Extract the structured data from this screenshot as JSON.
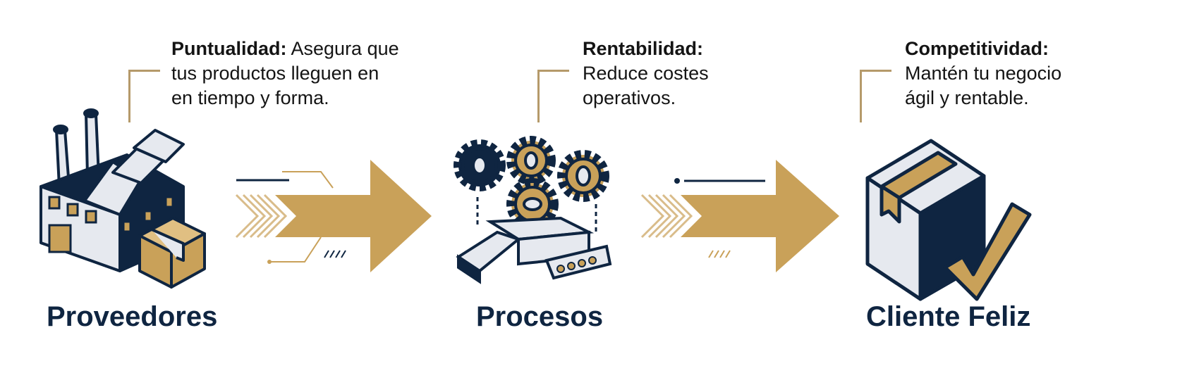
{
  "colors": {
    "navy": "#0f2541",
    "gold": "#c9a159",
    "light": "#e6e9ef"
  },
  "steps": [
    {
      "title": "Proveedores",
      "icon": "factory-icon",
      "note_bold": "Puntualidad:",
      "note_line1": " Asegura que",
      "note_line2": "tus productos lleguen en",
      "note_line3": "en tiempo y forma."
    },
    {
      "title": "Procesos",
      "icon": "gears-conveyor-icon",
      "note_bold": "Rentabilidad:",
      "note_line1": "",
      "note_line2": "Reduce costes",
      "note_line3": "operativos."
    },
    {
      "title": "Cliente Feliz",
      "icon": "box-check-icon",
      "note_bold": "Competitividad:",
      "note_line1": "",
      "note_line2": "Mantén tu negocio",
      "note_line3": "ágil y rentable."
    }
  ]
}
